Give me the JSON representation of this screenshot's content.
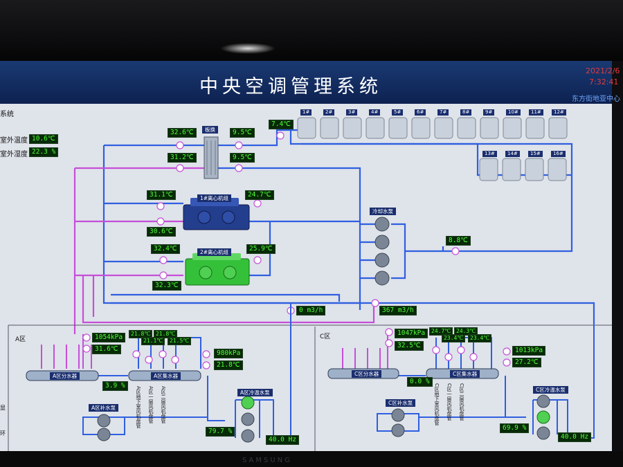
{
  "header": {
    "title": "中央空调管理系统",
    "date": "2021/2/6",
    "time": "7:32:41",
    "org": "东方街地亚中心"
  },
  "corner_title": "系统",
  "environment": {
    "outdoor_temp_label": "室外温度",
    "outdoor_temp": "10.6℃",
    "outdoor_humidity_label": "室外湿度",
    "outdoor_humidity": "22.3 %"
  },
  "heat_exchanger": {
    "label": "板换",
    "in_temp_top": "32.6℃",
    "in_temp_bottom": "31.2℃",
    "out_temp_top": "9.5℃",
    "out_temp_bottom": "9.5℃"
  },
  "chillers": [
    {
      "label": "1#离心机组",
      "in_temp_top": "31.1℃",
      "in_temp_bottom": "30.6℃",
      "out_temp": "24.7℃"
    },
    {
      "label": "2#离心机组",
      "in_temp_top": "32.4℃",
      "in_temp_bottom": "32.3℃",
      "out_temp": "25.9℃"
    }
  ],
  "cooling_towers": {
    "supply_temp": "7.4℃",
    "units": [
      "1#",
      "2#",
      "3#",
      "4#",
      "5#",
      "6#",
      "7#",
      "8#",
      "9#",
      "10#",
      "11#",
      "12#",
      "13#",
      "14#",
      "15#",
      "16#"
    ]
  },
  "cooling_pump": {
    "label": "冷却水泵",
    "return_temp": "8.8℃"
  },
  "flow": {
    "flow_1": "0 m3/h",
    "flow_2": "367 m3/h"
  },
  "zone_a": {
    "label": "A区",
    "pressure": "1054kPa",
    "temp_in": "31.6℃",
    "valve_open": "3.9 %",
    "distributor": "A区分水器",
    "collector": "A区集水器",
    "branch_temps": [
      "21.8℃",
      "21.1℃",
      "21.8℃",
      "21.5℃"
    ],
    "branch_names": [
      "A区地下室风机盘管",
      "A区一层风机盘管",
      "A区二层风机盘管"
    ],
    "return_pressure": "980kPa",
    "return_temp": "21.8℃",
    "makeup_pump": "A区补水泵",
    "chilled_pump": "A区冷温水泵",
    "pump_freq": "79.7 %",
    "pump_hz": "40.0 Hz"
  },
  "zone_c": {
    "label": "C区",
    "pressure": "1047kPa",
    "temp_in": "32.5℃",
    "valve_open": "0.0 %",
    "distributor": "C区分水器",
    "collector": "C区集水器",
    "branch_temps": [
      "24.7℃",
      "23.4℃",
      "24.3℃",
      "23.4℃"
    ],
    "branch_names": [
      "C区地下室风机盘管",
      "C区一层风机盘管",
      "C区二层风机盘管"
    ],
    "return_pressure": "1013kPa",
    "return_temp": "27.2℃",
    "makeup_pump": "C区补水泵",
    "chilled_pump": "C区冷温水泵",
    "pump_freq": "69.9 %",
    "pump_hz": "40.0 Hz"
  },
  "side_fragments": [
    "显",
    "环"
  ],
  "bezel_brand": "SAMSUNG",
  "colors": {
    "chilled_pipe": "#2f5fe0",
    "hot_pipe": "#c54fd8",
    "lcd_bg": "#072a07",
    "lcd_fg": "#52ff3a",
    "title_bg": "#132e66",
    "alarm_text": "#e43a3a"
  }
}
